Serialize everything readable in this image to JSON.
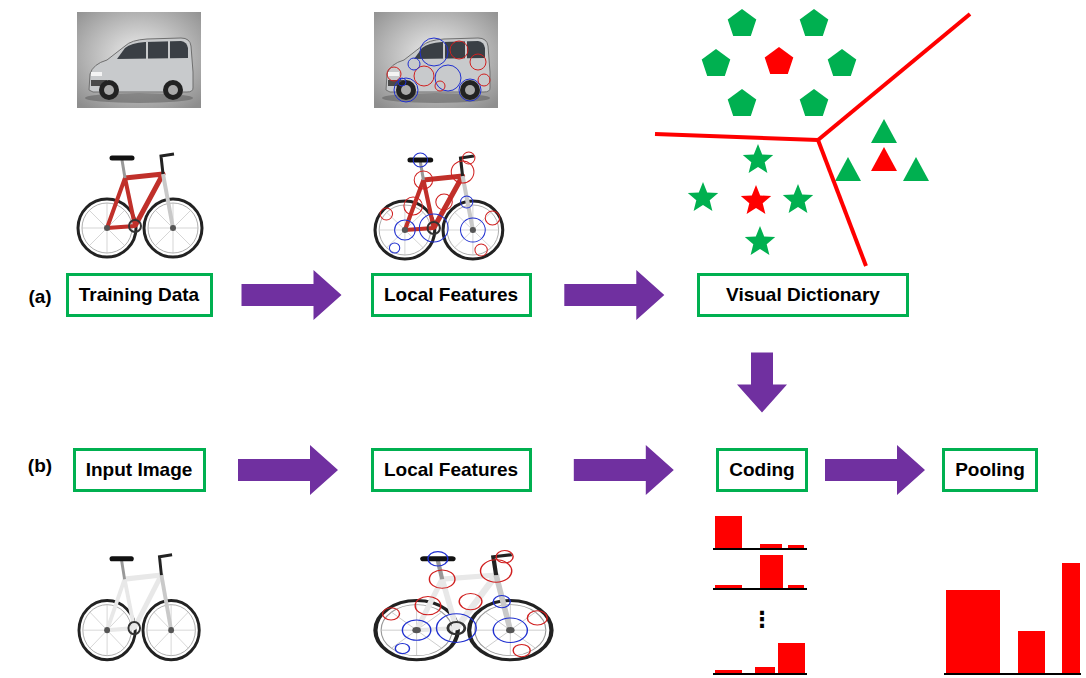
{
  "diagram": {
    "nodes": [
      {
        "text": [
          "Training Data"
        ]
      },
      {
        "text": [
          "Local Features"
        ]
      },
      {
        "text": [
          "Visual Dictionary"
        ]
      },
      {
        "text": [
          "Input Image"
        ]
      },
      {
        "text": [
          "Local Features"
        ]
      },
      {
        "text": [
          "Coding"
        ]
      },
      {
        "text": [
          "Pooling"
        ]
      }
    ],
    "edges": [
      {
        "from": 0,
        "to": 1,
        "arrow": "to"
      },
      {
        "from": 1,
        "to": 2,
        "arrow": "to"
      },
      {
        "from": 2,
        "to": 5,
        "arrow": "to"
      },
      {
        "from": 3,
        "to": 4,
        "arrow": "to"
      },
      {
        "from": 4,
        "to": 5,
        "arrow": "to"
      },
      {
        "from": 5,
        "to": 6,
        "arrow": "to"
      }
    ],
    "labels": [
      "(a)",
      "(b)",
      "⋮"
    ]
  }
}
